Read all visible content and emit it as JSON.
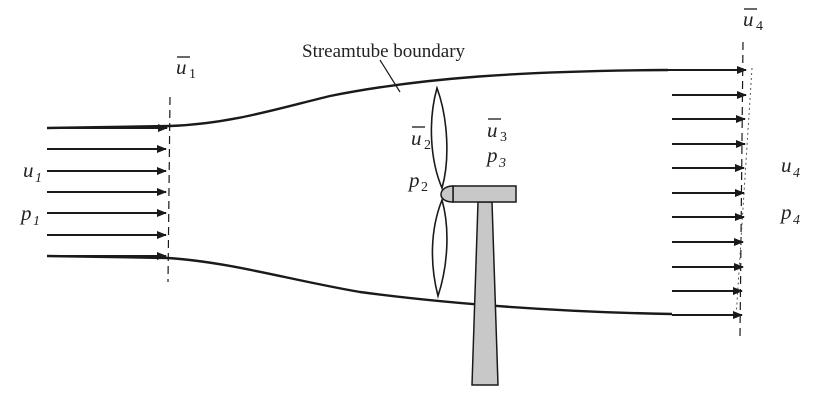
{
  "labels": {
    "streamtube": "Streamtube boundary",
    "u1bar": {
      "base": "u",
      "sub": "1"
    },
    "u2bar": {
      "base": "u",
      "sub": "2"
    },
    "u3bar": {
      "base": "u",
      "sub": "3"
    },
    "u4bar": {
      "base": "u",
      "sub": "4"
    },
    "u1": {
      "base": "u",
      "sub": "1"
    },
    "p1": {
      "base": "p",
      "sub": "1"
    },
    "p2": {
      "base": "p",
      "sub": "2"
    },
    "p3": {
      "base": "p",
      "sub": "3"
    },
    "u4": {
      "base": "u",
      "sub": "4"
    },
    "p4": {
      "base": "p",
      "sub": "4"
    }
  },
  "colors": {
    "line": "#1a1a1a",
    "tower_fill": "#c8c8c8"
  }
}
